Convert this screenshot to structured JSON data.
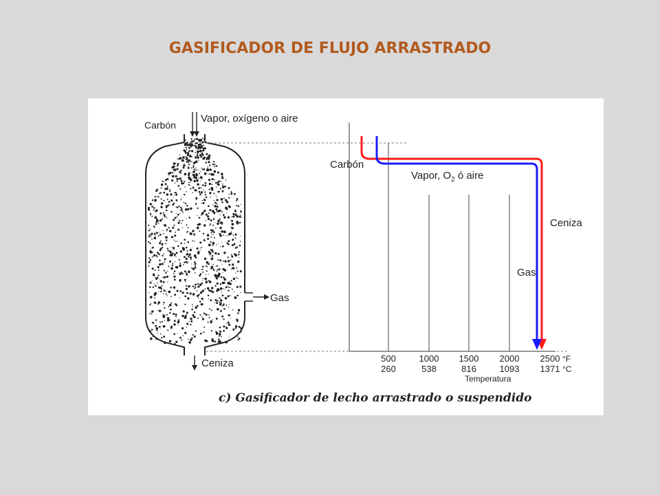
{
  "title": "GASIFICADOR DE FLUJO  ARRASTRADO",
  "vessel": {
    "label_coal": "Carbón",
    "label_steam": "Vapor, oxígeno o aire",
    "label_gas": "Gas",
    "label_ash": "Ceniza"
  },
  "profile": {
    "label_coal": "Carbón",
    "label_steam_prefix": "Vapor, O",
    "label_steam_sub": "2",
    "label_steam_suffix": " ó aire",
    "label_ash": "Ceniza",
    "label_gas": "Gas",
    "axis_title": "Temperatura",
    "unit_f": "°F",
    "unit_c": "°C",
    "ticks_f": [
      "500",
      "1000",
      "1500",
      "2000",
      "2500"
    ],
    "ticks_c": [
      "260",
      "538",
      "816",
      "1093",
      "1371"
    ],
    "colors": {
      "coal_line": "#ff1a1a",
      "gas_line": "#1a1aff"
    }
  },
  "caption": "c) Gasificador de lecho arrastrado o suspendido"
}
